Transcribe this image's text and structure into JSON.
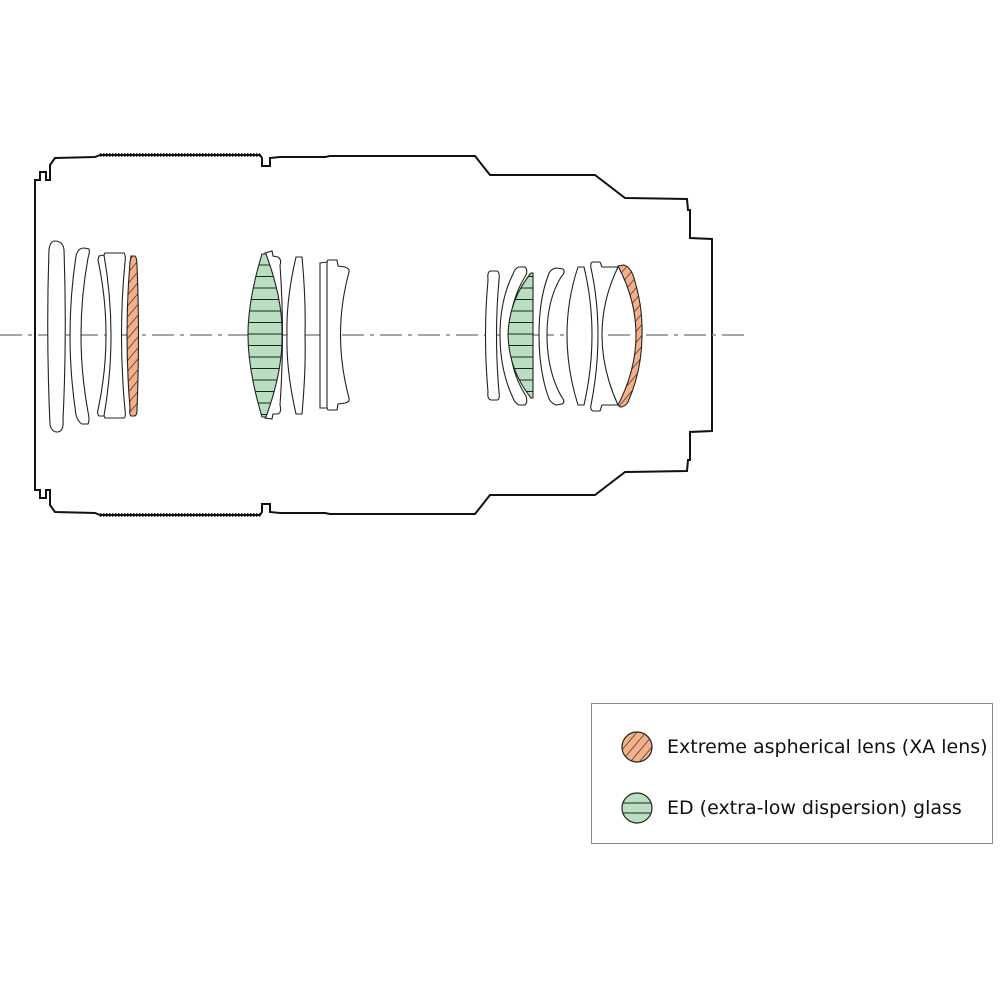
{
  "colors": {
    "xa_lens": "#f4b08a",
    "ed_glass": "#b9dfc0",
    "outline": "#111111",
    "axis": "#888888"
  },
  "legend": {
    "items": [
      {
        "icon": "xa-lens-swatch",
        "label": "Extreme aspherical lens (XA lens)"
      },
      {
        "icon": "ed-glass-swatch",
        "label": "ED (extra-low dispersion) glass"
      }
    ]
  }
}
